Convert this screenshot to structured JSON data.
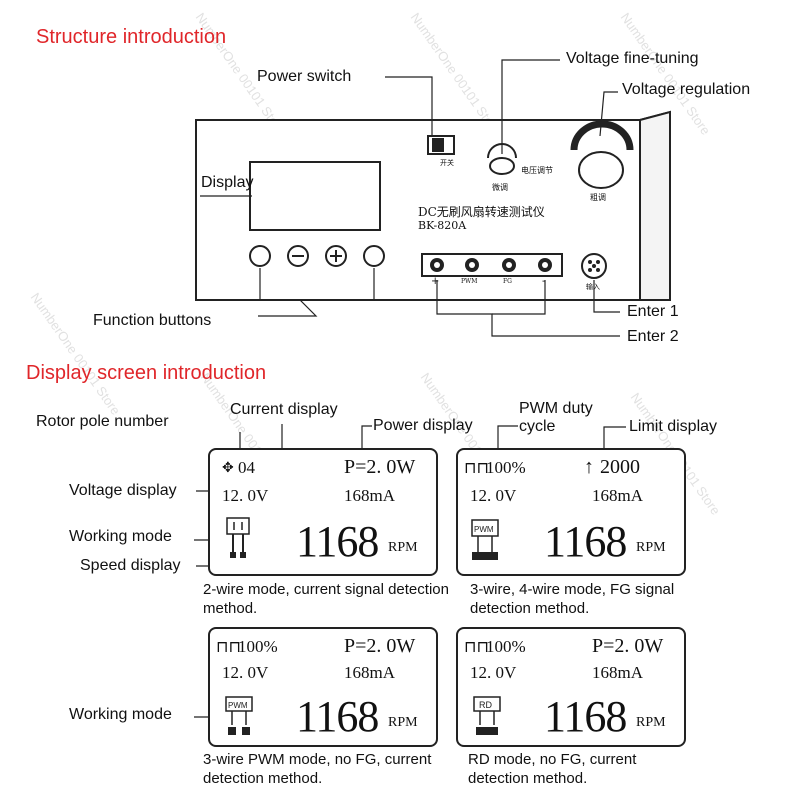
{
  "structure": {
    "title": "Structure introduction",
    "labels": {
      "power_switch": "Power switch",
      "voltage_fine_tuning": "Voltage fine-tuning",
      "voltage_regulation": "Voltage regulation",
      "display": "Display",
      "function_buttons": "Function buttons",
      "enter1": "Enter 1",
      "enter2": "Enter 2"
    },
    "panel": {
      "device_name": "DC无刷风扇转速测试仪",
      "model": "BK-820A",
      "fine_knob": "微调",
      "coarse_knob": "粗调",
      "voltage_adjust": "电压调节",
      "switch_text": "开关",
      "input_label": "输入",
      "terminals": [
        "+",
        "PWM",
        "FG",
        "-"
      ]
    }
  },
  "display_intro": {
    "title": "Display screen introduction",
    "labels": {
      "rotor_pole_number": "Rotor pole number",
      "current_display": "Current display",
      "power_display": "Power display",
      "pwm_duty_cycle": "PWM duty cycle",
      "limit_display": "Limit display",
      "voltage_display": "Voltage display",
      "working_mode": "Working mode",
      "speed_display": "Speed display",
      "working_mode_2": "Working mode"
    },
    "screens": [
      {
        "top_left": "04",
        "top_right": "P=2. 0W",
        "voltage": "12. 0V",
        "current": "168mA",
        "mode_icon": "PWR",
        "speed": "1168",
        "unit": "RPM",
        "caption": "2-wire mode, current signal detection method."
      },
      {
        "top_left": "100%",
        "top_right": "2000",
        "voltage": "12. 0V",
        "current": "168mA",
        "mode_icon": "PWM",
        "speed": "1168",
        "unit": "RPM",
        "caption": "3-wire, 4-wire mode, FG signal detection method."
      },
      {
        "top_left": "100%",
        "top_right": "P=2. 0W",
        "voltage": "12. 0V",
        "current": "168mA",
        "mode_icon": "PWM",
        "speed": "1168",
        "unit": "RPM",
        "caption": "3-wire PWM mode, no FG, current detection method."
      },
      {
        "top_left": "100%",
        "top_right": "P=2. 0W",
        "voltage": "12. 0V",
        "current": "168mA",
        "mode_icon": "RD",
        "speed": "1168",
        "unit": "RPM",
        "caption": "RD mode, no FG, current detection method."
      }
    ]
  },
  "watermark": "NumberOne 00101 Store"
}
